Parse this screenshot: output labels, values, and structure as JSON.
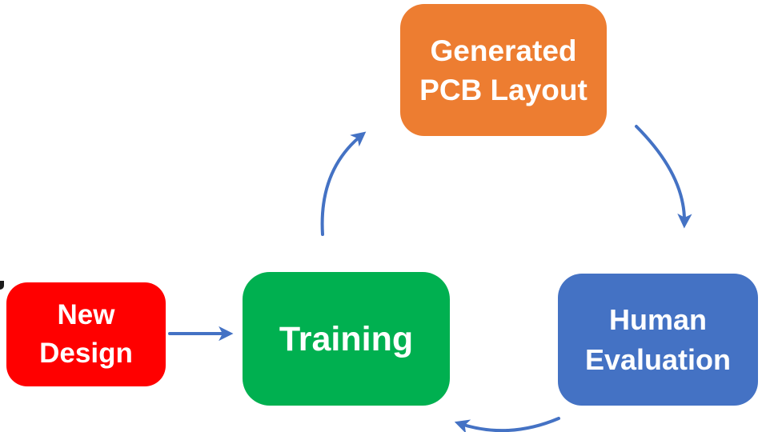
{
  "diagram": {
    "background_color": "#ffffff",
    "arrow_color": "#4472C4",
    "nodes": [
      {
        "id": "new-design",
        "label": "New Design",
        "lines": [
          "New",
          "Design"
        ],
        "fill_color": "#FF0000",
        "text_color": "#ffffff"
      },
      {
        "id": "training",
        "label": "Training",
        "lines": [
          "Training"
        ],
        "fill_color": "#00B050",
        "text_color": "#ffffff"
      },
      {
        "id": "generated-pcb-layout",
        "label": "Generated PCB Layout",
        "lines": [
          "Generated",
          "PCB Layout"
        ],
        "fill_color": "#ED7D31",
        "text_color": "#ffffff"
      },
      {
        "id": "human-evaluation",
        "label": "Human Evaluation",
        "lines": [
          "Human",
          "Evaluation"
        ],
        "fill_color": "#4472C4",
        "text_color": "#ffffff"
      }
    ],
    "edges": [
      {
        "from": "new-design",
        "to": "training",
        "style": "straight-arrow"
      },
      {
        "from": "training",
        "to": "generated-pcb-layout",
        "style": "curved-arrow"
      },
      {
        "from": "generated-pcb-layout",
        "to": "human-evaluation",
        "style": "curved-arrow"
      },
      {
        "from": "human-evaluation",
        "to": "training",
        "style": "curved-arrow"
      }
    ]
  }
}
